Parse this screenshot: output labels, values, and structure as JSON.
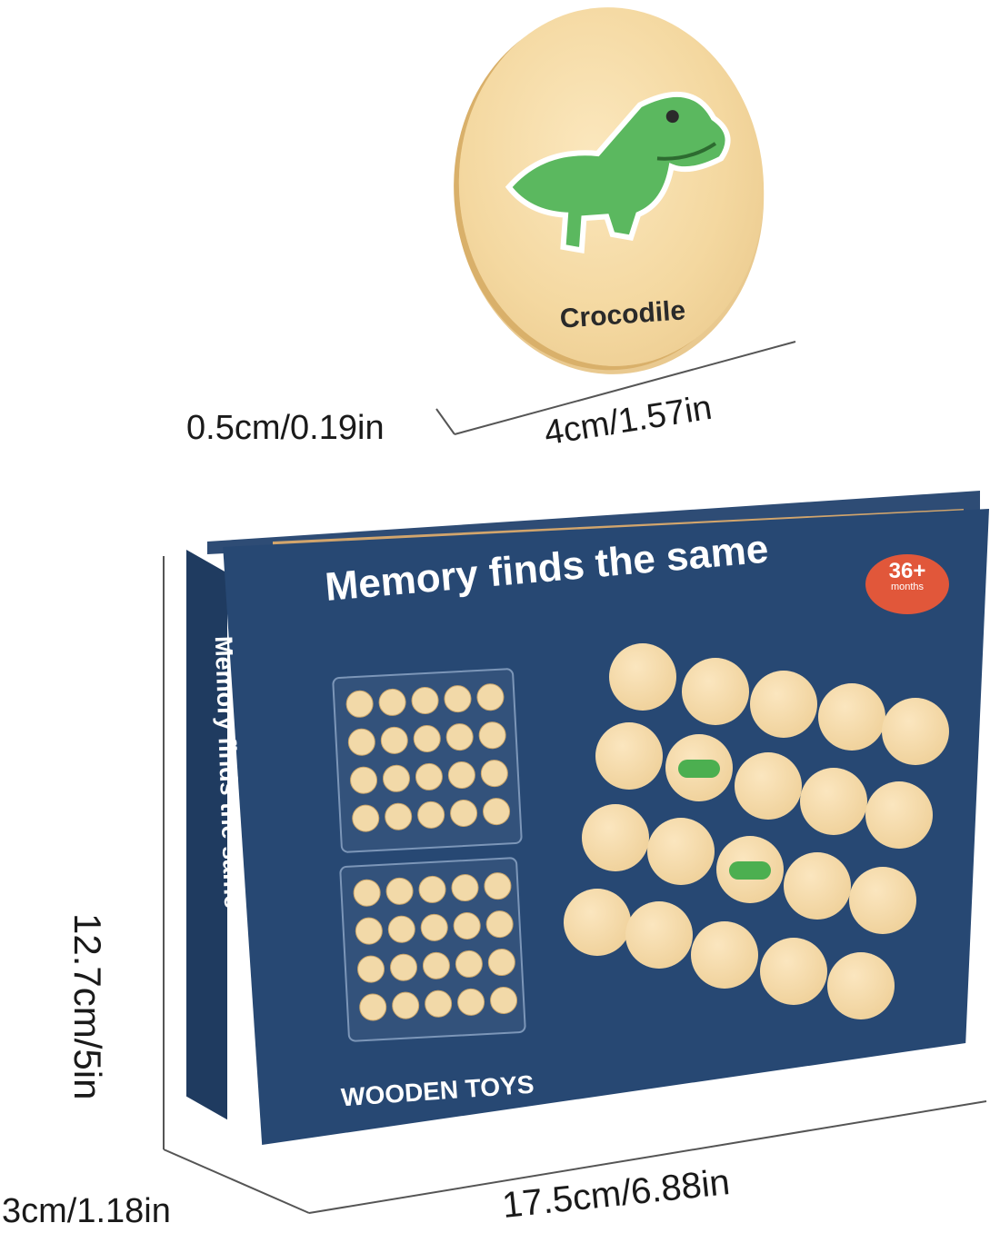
{
  "token": {
    "label": "Crocodile"
  },
  "dimensions": {
    "token_thickness": "0.5cm/0.19in",
    "token_diameter": "4cm/1.57in",
    "box_height": "12.7cm/5in",
    "box_depth": "3cm/1.18in",
    "box_width": "17.5cm/6.88in"
  },
  "box": {
    "title": "Memory finds the same",
    "side_text": "Memory finds the same",
    "age_badge": "36+",
    "age_badge_sub": "months",
    "brand": "WOODEN TOYS"
  },
  "colors": {
    "box_blue": "#274873",
    "wood": "#f4d8a0",
    "badge": "#e1573a",
    "crocodile_green": "#4caf50"
  }
}
